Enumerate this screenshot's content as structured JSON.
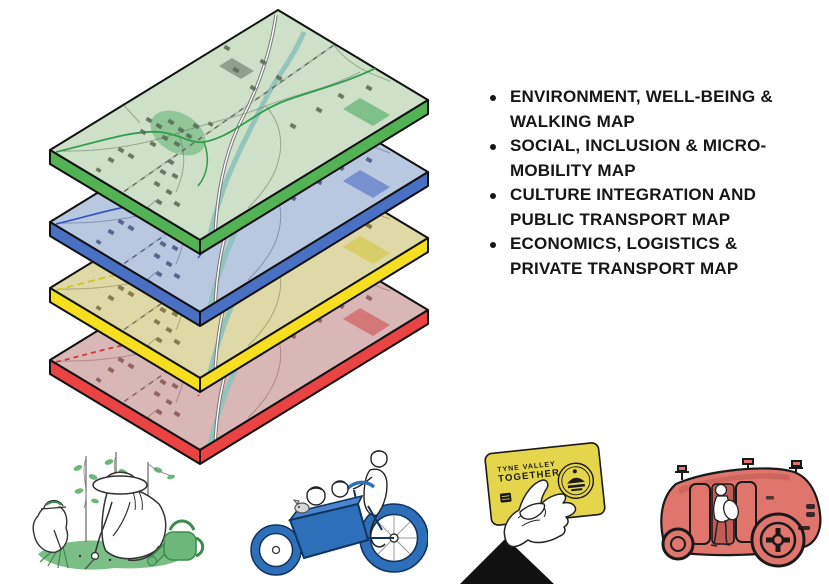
{
  "legend": {
    "items": [
      "ENVIRONMENT, WELL-BEING & WALKING MAP",
      "SOCIAL, INCLUSION & MICRO-MOBILITY MAP",
      "CULTURE INTEGRATION AND PUBLIC TRANSPORT MAP",
      "ECONOMICS, LOGISTICS & PRIVATE TRANSPORT MAP"
    ],
    "text_color": "#161616"
  },
  "map_stack": {
    "layers": [
      {
        "name": "environment-walking-map",
        "face_color": "#cfe0c9",
        "edge_color": "#53b253",
        "ink_color": "#5a6e5b",
        "accent_color": "#2f9e48",
        "accent_dash": "none"
      },
      {
        "name": "social-micro-mobility-map",
        "face_color": "#b9c8e1",
        "edge_color": "#4a70c4",
        "ink_color": "#4e5c85",
        "accent_color": "#3558bf",
        "accent_dash": "none"
      },
      {
        "name": "culture-public-transport-map",
        "face_color": "#ded9a7",
        "edge_color": "#f6df1e",
        "ink_color": "#7a7348",
        "accent_color": "#d3c228",
        "accent_dash": "7 4"
      },
      {
        "name": "economics-private-transport-map",
        "face_color": "#d9b7b6",
        "edge_color": "#ea4343",
        "ink_color": "#8a5a58",
        "accent_color": "#cc3a3a",
        "accent_dash": "5 4"
      }
    ]
  },
  "card": {
    "line1": "TYNE VALLEY",
    "line2": "TOGETHER"
  },
  "colors": {
    "river": "#8fc3bd",
    "garden_green": "#6cb87a",
    "garden_green_dark": "#3f8a50",
    "garden_patch": "#7cbf86",
    "bike_blue": "#2e6fba",
    "bike_blue_dark": "#10345e",
    "card_yellow": "#e5d54b",
    "shuttle_red": "#e0756d",
    "shuttle_red_dark": "#c25c55",
    "ink_black": "#1a1a1a"
  },
  "illustrations": {
    "gardening": "community-gardening",
    "cargo_bike": "family-cargo-bike",
    "travel_card": "tyne-valley-together-card",
    "shuttle": "autonomous-shuttle"
  }
}
